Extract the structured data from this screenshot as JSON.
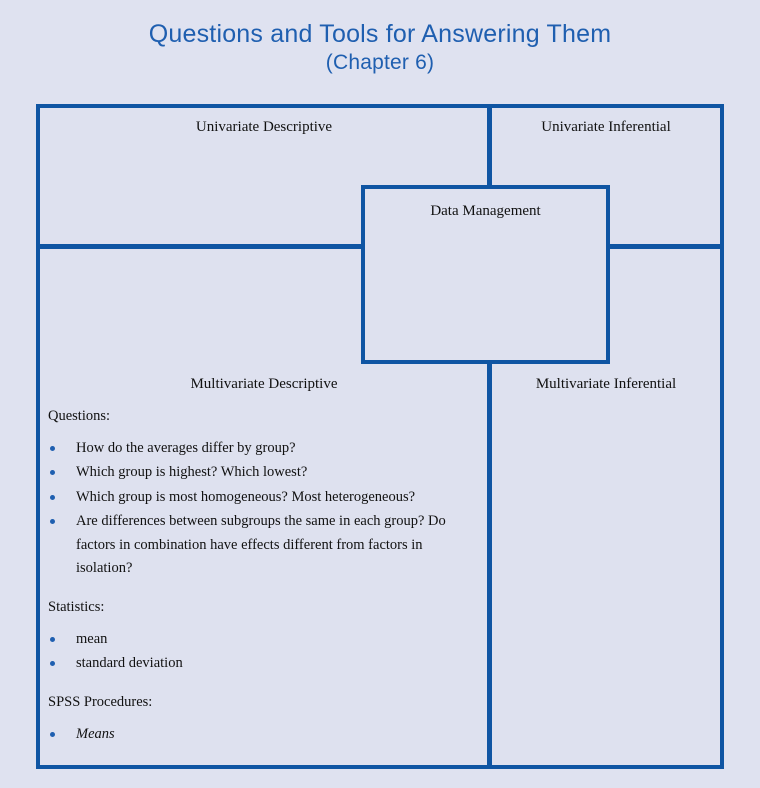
{
  "title": {
    "line1": "Questions and Tools for Answering Them",
    "line2": "(Chapter 6)"
  },
  "colors": {
    "page_background": "#dfe2f0",
    "panel_background": "#dee1ef",
    "border_blue": "#0f55a3",
    "title_blue": "#1f5fb0",
    "bullet_blue": "#1f5fb0",
    "text_black": "#111111"
  },
  "matrix": {
    "quadrants": [
      {
        "id": "univariate-descriptive",
        "label": "Univariate Descriptive"
      },
      {
        "id": "univariate-inferential",
        "label": "Univariate Inferential"
      },
      {
        "id": "multivariate-descriptive",
        "label": "Multivariate Descriptive"
      },
      {
        "id": "multivariate-inferential",
        "label": "Multivariate Inferential"
      }
    ],
    "center_box": {
      "label": "Data Management"
    }
  },
  "content": {
    "questions": {
      "heading": "Questions:",
      "items": [
        "How do the averages differ by group?",
        "Which group is highest? Which lowest?",
        "Which group is most homogeneous? Most heterogeneous?",
        "Are differences between subgroups the same in each group? Do factors in combination have effects different from factors in isolation?"
      ]
    },
    "statistics": {
      "heading": "Statistics:",
      "items": [
        "mean",
        "standard deviation"
      ]
    },
    "spss_procedures": {
      "heading": "SPSS Procedures:",
      "items": [
        "Means"
      ]
    }
  }
}
